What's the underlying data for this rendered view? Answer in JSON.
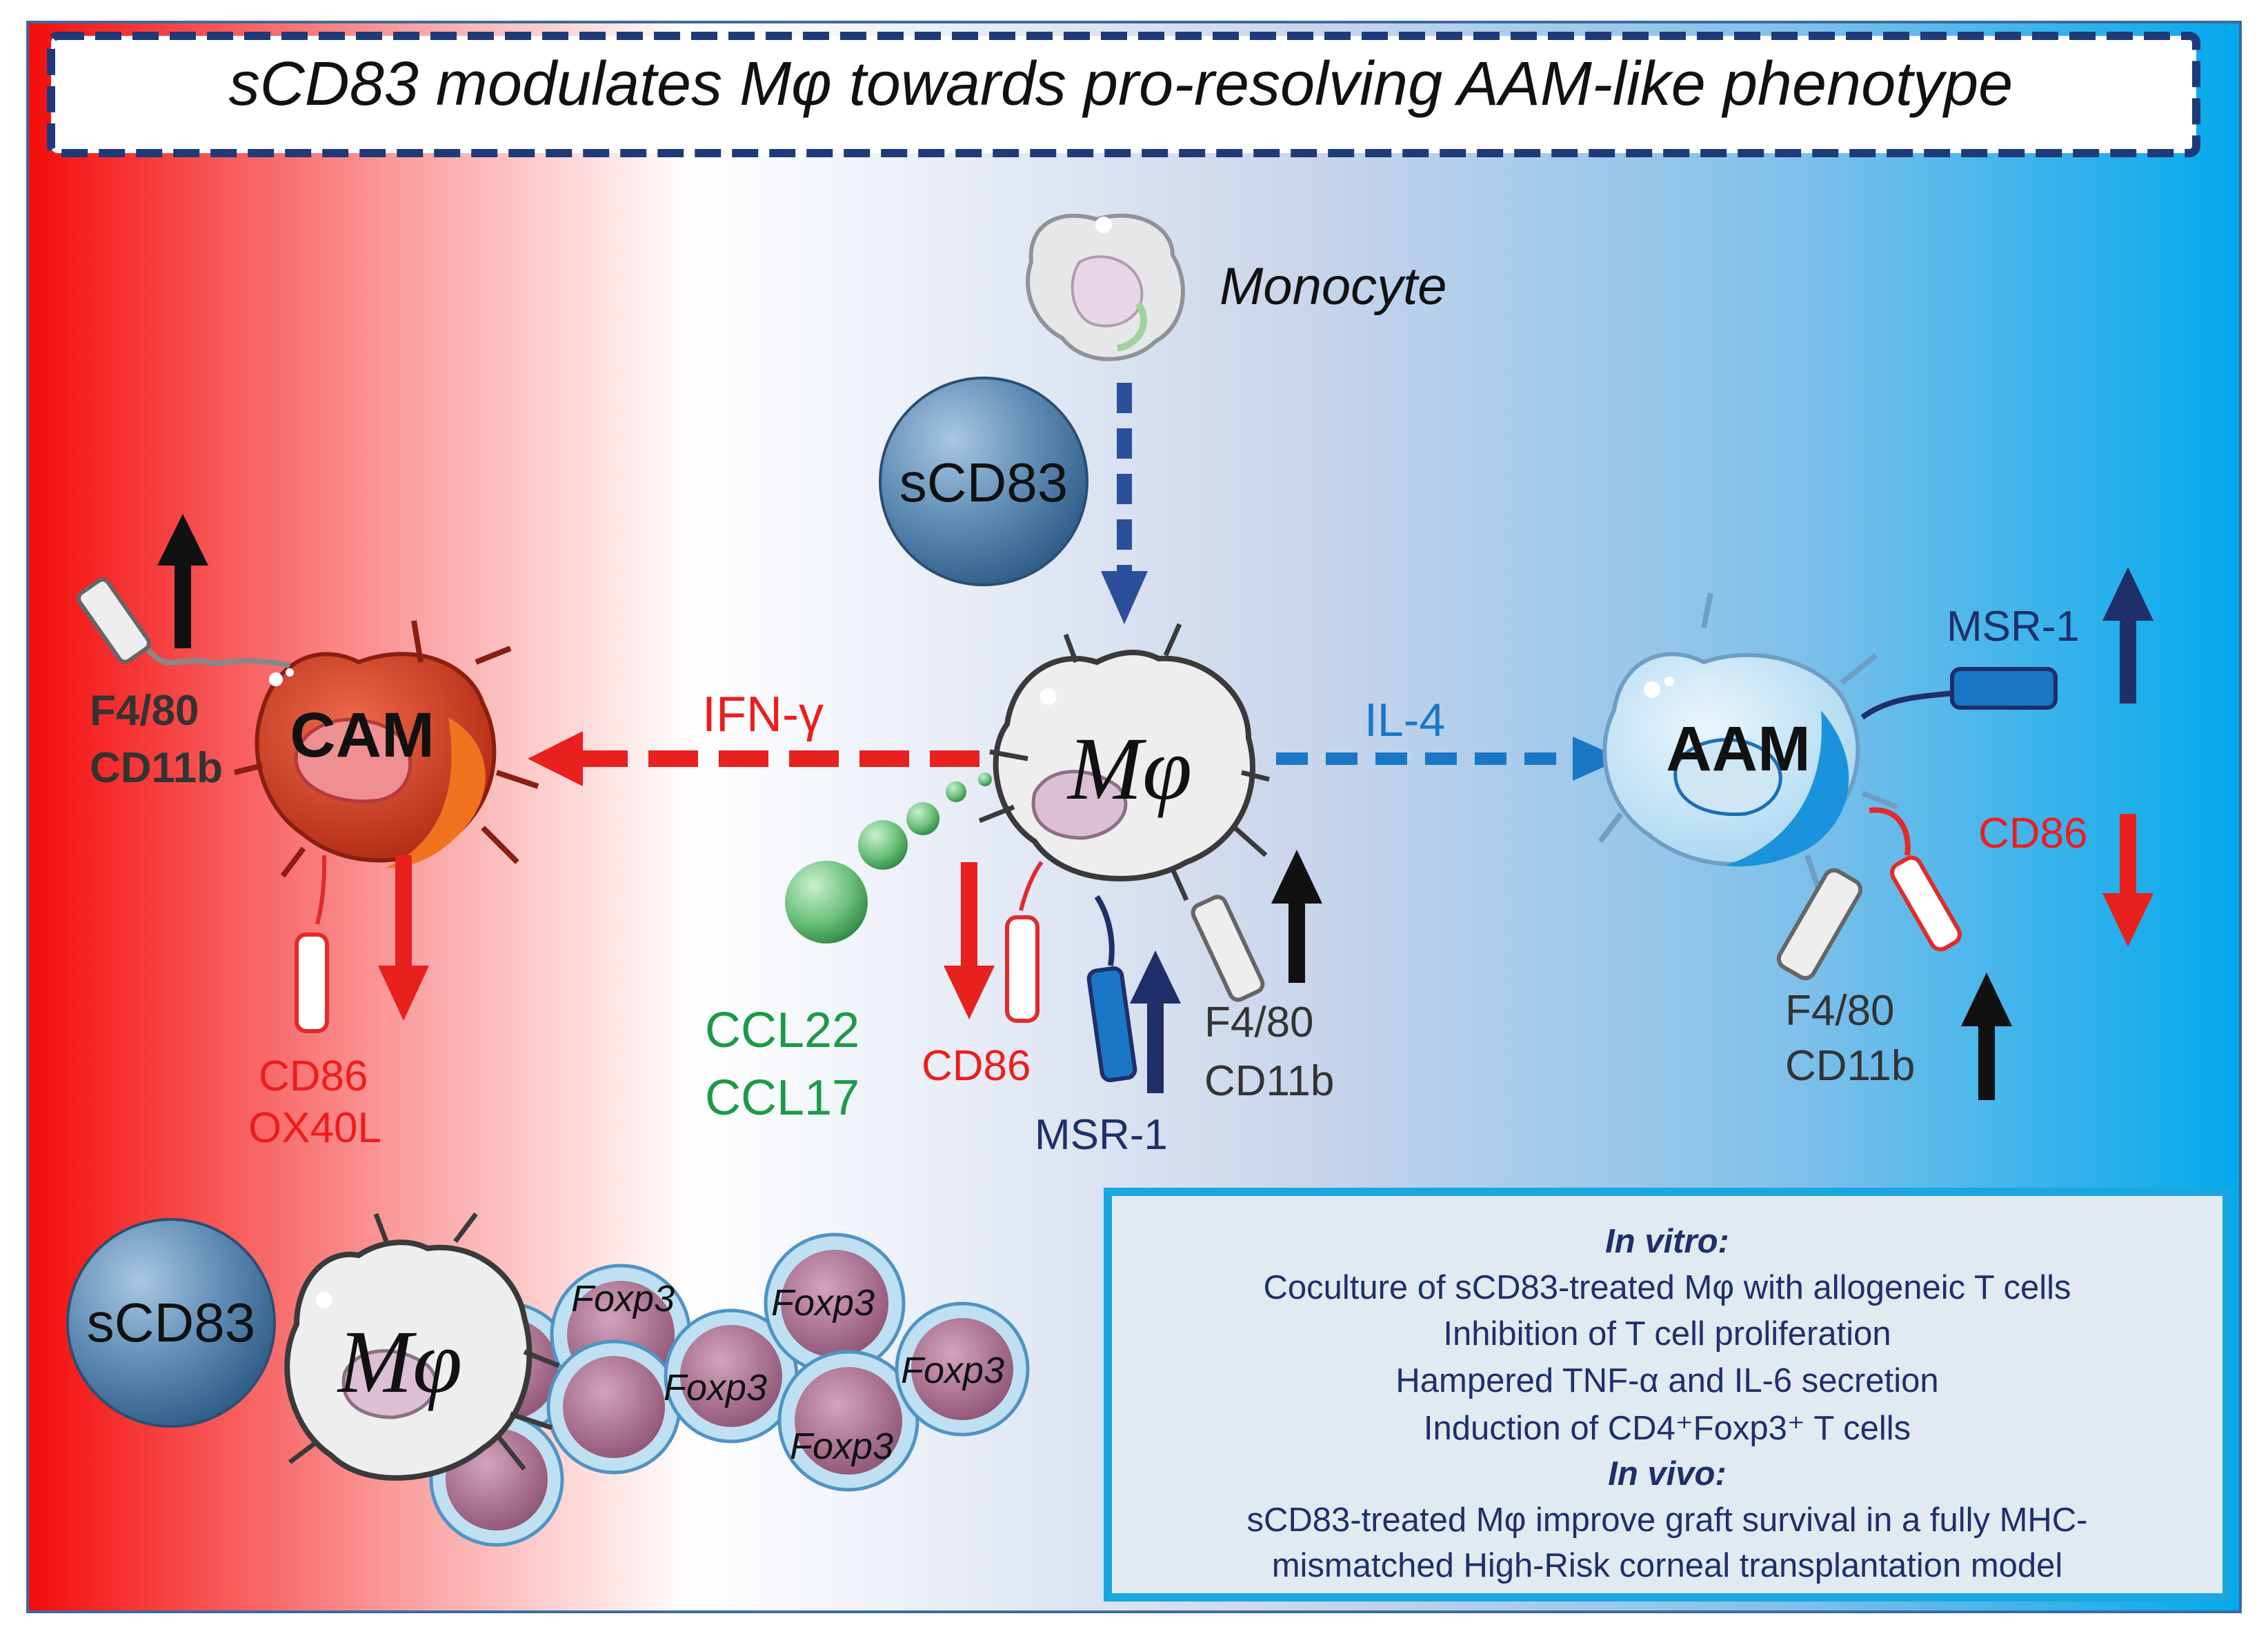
{
  "title": "sCD83 modulates Mφ towards pro-resolving AAM-like phenotype",
  "colors": {
    "red": "#ef1c1c",
    "green": "#1c9a48",
    "navy": "#1f2f6a",
    "blue": "#1a77c6",
    "cyan": "#1aa7e0",
    "dark": "#333333"
  },
  "cells": {
    "monocyte": "Monocyte",
    "scd83": "sCD83",
    "macrophage": "Mφ",
    "cam": "CAM",
    "aam": "AAM",
    "foxp3": "Foxp3"
  },
  "arrows": {
    "ifn": "IFN-γ",
    "il4": "IL-4"
  },
  "markers": {
    "cam_f480": "F4/80",
    "cam_cd11b": "CD11b",
    "cam_cd86": "CD86",
    "cam_ox40l": "OX40L",
    "ccl22": "CCL22",
    "ccl17": "CCL17",
    "center_cd86": "CD86",
    "center_msr1": "MSR-1",
    "center_f480": "F4/80",
    "center_cd11b": "CD11b",
    "aam_msr1": "MSR-1",
    "aam_cd86": "CD86",
    "aam_f480": "F4/80",
    "aam_cd11b": "CD11b"
  },
  "infobox": {
    "in_vitro_label": "In vitro:",
    "in_vitro_lines": [
      "Coculture of sCD83-treated Mφ with allogeneic T cells",
      "Inhibition of T cell proliferation",
      "Hampered TNF-α and IL-6 secretion",
      "Induction of CD4⁺Foxp3⁺ T cells"
    ],
    "in_vivo_label": "In vivo:",
    "in_vivo_lines": [
      "sCD83-treated Mφ improve graft survival in a fully MHC-",
      "mismatched High-Risk corneal transplantation model"
    ]
  }
}
